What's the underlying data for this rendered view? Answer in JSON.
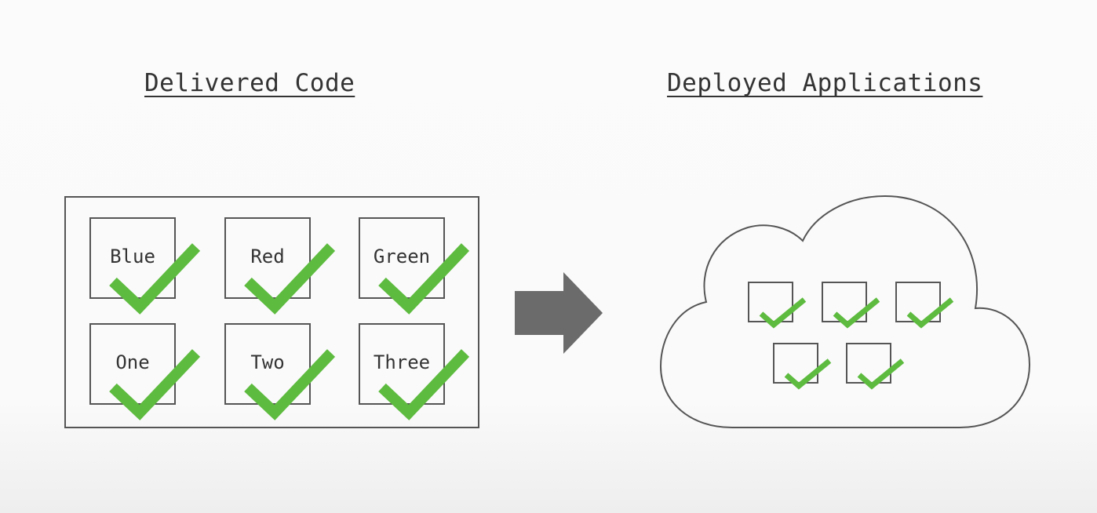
{
  "headings": {
    "left": "Delivered Code",
    "right": "Deployed Applications"
  },
  "delivered_code": {
    "tiles": [
      {
        "label": "Blue"
      },
      {
        "label": "Red"
      },
      {
        "label": "Green"
      },
      {
        "label": "One"
      },
      {
        "label": "Two"
      },
      {
        "label": "Three"
      }
    ]
  },
  "deployed_applications": {
    "tile_count": 5
  },
  "colors": {
    "check": "#5dbb3f",
    "outline": "#555555",
    "arrow": "#6b6b6b",
    "text": "#333333"
  },
  "icons": {
    "check": "checkmark-icon",
    "arrow": "right-arrow-icon",
    "cloud": "cloud-icon"
  }
}
